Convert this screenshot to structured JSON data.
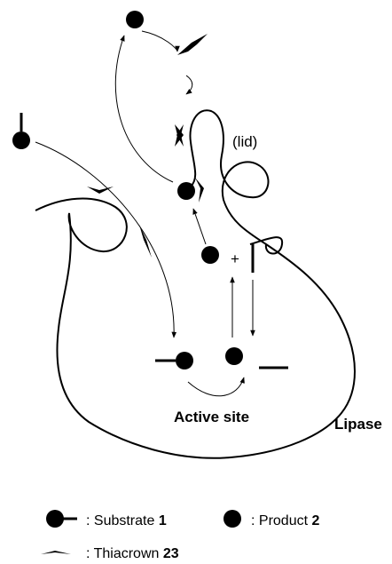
{
  "labels": {
    "lid": "(lid)",
    "plus": "+",
    "active_site": "Active site",
    "lipase": "Lipase"
  },
  "legend": {
    "substrate_text": ": Substrate ",
    "substrate_num": "1",
    "product_text": ": Product ",
    "product_num": "2",
    "thiacrown_text": ": Thiacrown ",
    "thiacrown_num": "23"
  },
  "icons": {
    "substrate": "ball-and-stick",
    "product": "filled-circle",
    "thiacrown": "bow-tie"
  },
  "colors": {
    "ink": "#000000",
    "background": "#ffffff"
  }
}
